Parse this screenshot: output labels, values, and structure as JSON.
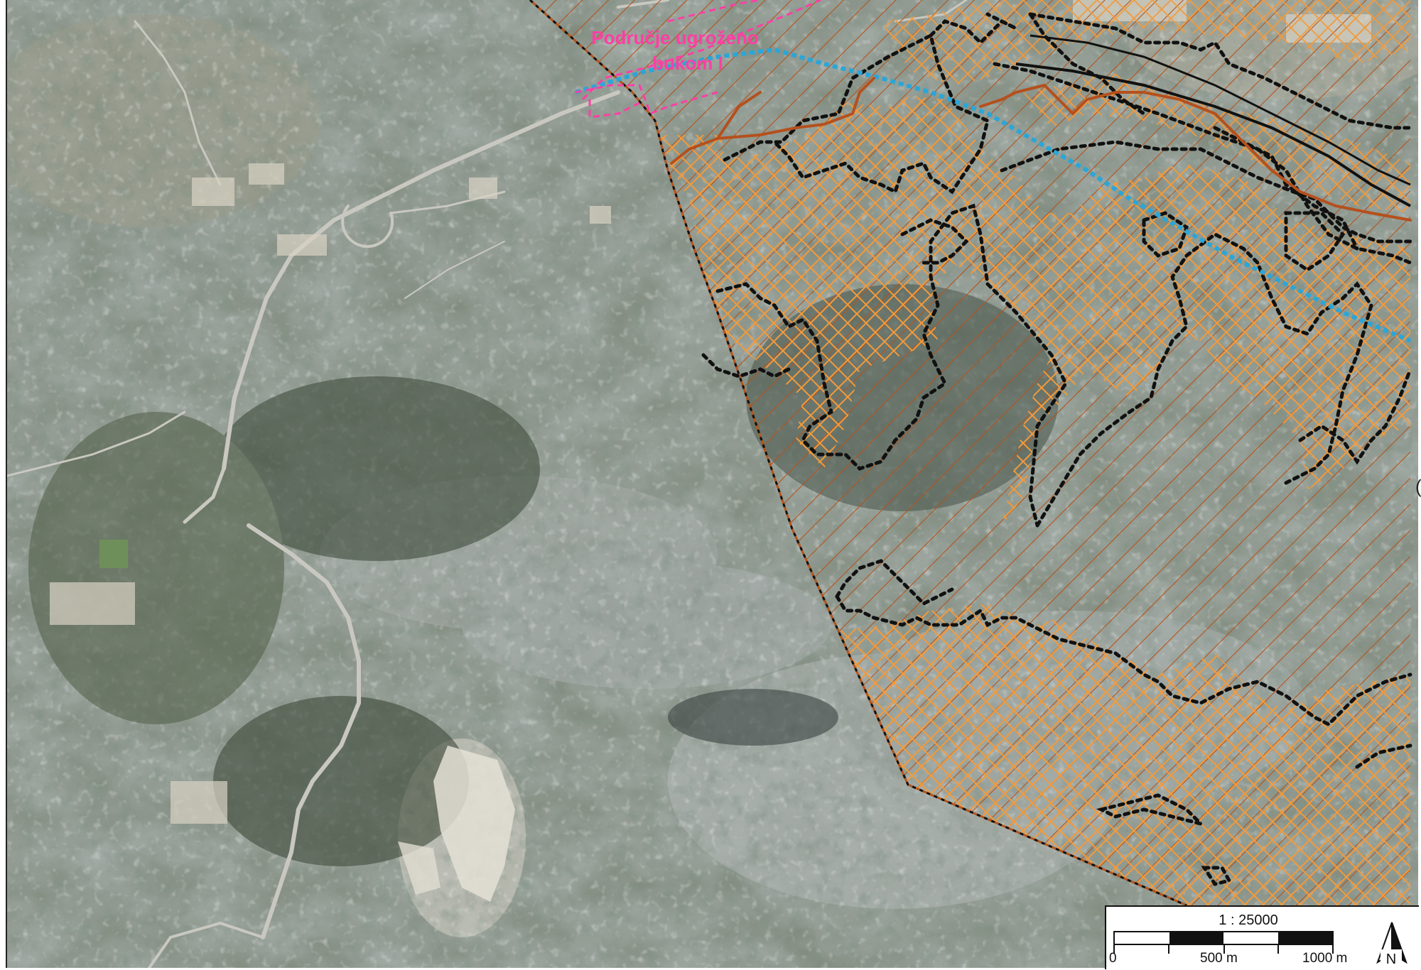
{
  "map": {
    "annotation": {
      "line1": "Područje ugroženo",
      "line2": "bukom I",
      "color": "#ff3fa4"
    },
    "colors": {
      "hatch_orange": "#f39a3a",
      "hatch_dark": "#b4541c",
      "boundary_black": "#111111",
      "stream_blue": "#2aa6d8",
      "road_brown": "#b5501d",
      "noise_zone_magenta": "#ff3fa4"
    },
    "scale": {
      "ratio": "1 : 25000",
      "label_0": "0",
      "label_500": "500 m",
      "label_1000": "1000 m"
    },
    "north": {
      "label": "N",
      "icon": "north-arrow-icon"
    },
    "edge_label": "("
  }
}
